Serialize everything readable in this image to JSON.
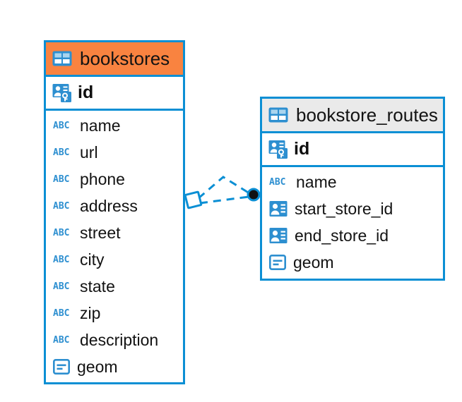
{
  "diagram": {
    "type": "entity-relationship-diagram",
    "background_color": "#FFFFFF",
    "accent_blue": "#0B8FD4",
    "accent_orange": "#F98340",
    "accent_gray": "#EAEAEA"
  },
  "tables": [
    {
      "name": "bookstores",
      "header_color": "#F98340",
      "header_icon": "table-icon",
      "primary_key": {
        "label": "id",
        "icon": "primary-key-icon"
      },
      "fields": [
        {
          "label": "name",
          "icon": "abc-icon",
          "icon_text": "ABC"
        },
        {
          "label": "url",
          "icon": "abc-icon",
          "icon_text": "ABC"
        },
        {
          "label": "phone",
          "icon": "abc-icon",
          "icon_text": "ABC"
        },
        {
          "label": "address",
          "icon": "abc-icon",
          "icon_text": "ABC"
        },
        {
          "label": "street",
          "icon": "abc-icon",
          "icon_text": "ABC"
        },
        {
          "label": "city",
          "icon": "abc-icon",
          "icon_text": "ABC"
        },
        {
          "label": "state",
          "icon": "abc-icon",
          "icon_text": "ABC"
        },
        {
          "label": "zip",
          "icon": "abc-icon",
          "icon_text": "ABC"
        },
        {
          "label": "description",
          "icon": "abc-icon",
          "icon_text": "ABC"
        },
        {
          "label": "geom",
          "icon": "geometry-icon"
        }
      ]
    },
    {
      "name": "bookstore_routes",
      "header_color": "#EAEAEA",
      "header_icon": "table-icon",
      "primary_key": {
        "label": "id",
        "icon": "primary-key-icon"
      },
      "fields": [
        {
          "label": "name",
          "icon": "abc-icon",
          "icon_text": "ABC"
        },
        {
          "label": "start_store_id",
          "icon": "foreign-key-icon"
        },
        {
          "label": "end_store_id",
          "icon": "foreign-key-icon"
        },
        {
          "label": "geom",
          "icon": "geometry-icon"
        }
      ]
    }
  ],
  "relationship": {
    "style": "dashed",
    "color": "#0B8FD4",
    "source_table": "bookstores",
    "target_table": "bookstore_routes",
    "source_marker": "diamond",
    "target_marker": "filled-circle",
    "target_marker_color": "#111111"
  }
}
